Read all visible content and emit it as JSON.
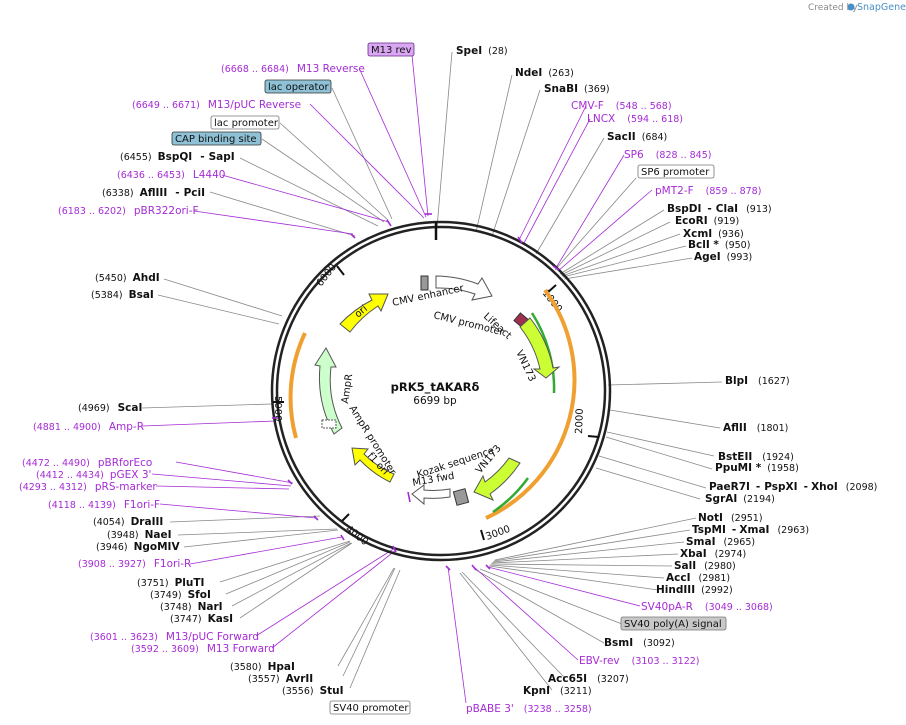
{
  "credit": {
    "created_by": "Created by",
    "brand": "SnapGene"
  },
  "plasmid": {
    "name": "pRK5_tAKARδ",
    "length": "6699 bp"
  },
  "ticks": [
    "1000",
    "2000",
    "3000",
    "4000",
    "5000",
    "6000"
  ],
  "features": {
    "cmv_enhancer": "CMV enhancer",
    "cmv_promoter": "CMV promoter",
    "lifeact": "Lifeact",
    "vn173_a": "VN173",
    "vn173_b": "VN173",
    "kozak": "Kozak sequence",
    "m13_fwd": "M13 fwd",
    "f1_ori": "f1 ori",
    "ampr_promoter": "AmpR promoter",
    "ampr": "AmpR",
    "ori": "ori"
  },
  "boxed": {
    "m13_rev": "M13 rev",
    "lac_operator": "lac operator",
    "lac_promoter": "lac promoter",
    "cap_binding": "CAP binding site",
    "sp6_promoter": "SP6 promoter",
    "sv40_polya": "SV40 poly(A) signal",
    "sv40_promoter": "SV40 promoter"
  },
  "right_labels": {
    "spei": {
      "name": "SpeI",
      "pos": "(28)"
    },
    "ndei": {
      "name": "NdeI",
      "pos": "(263)"
    },
    "snabi": {
      "name": "SnaBI",
      "pos": "(369)"
    },
    "cmvf": {
      "name": "CMV-F",
      "pos": "(548 .. 568)"
    },
    "lncx": {
      "name": "LNCX",
      "pos": "(594 .. 618)"
    },
    "sacii": {
      "name": "SacII",
      "pos": "(684)"
    },
    "sp6": {
      "name": "SP6",
      "pos": "(828 .. 845)"
    },
    "pmt2f": {
      "name": "pMT2-F",
      "pos": "(859 .. 878)"
    },
    "bspdi": {
      "name": "BspDI",
      "sep": "-",
      "name2": "ClaI",
      "pos": "(913)"
    },
    "ecori": {
      "name": "EcoRI",
      "pos": "(919)"
    },
    "xcmi": {
      "name": "XcmI",
      "pos": "(936)"
    },
    "bcli": {
      "name": "BclI *",
      "pos": "(950)"
    },
    "agei": {
      "name": "AgeI",
      "pos": "(993)"
    },
    "blpi": {
      "name": "BlpI",
      "pos": "(1627)"
    },
    "aflii": {
      "name": "AflII",
      "pos": "(1801)"
    },
    "bsteii": {
      "name": "BstEII",
      "pos": "(1924)"
    },
    "ppumi": {
      "name": "PpuMI *",
      "pos": "(1958)"
    },
    "paer7i": {
      "name": "PaeR7I",
      "sep1": "-",
      "name2": "PspXI",
      "sep2": "-",
      "name3": "XhoI",
      "pos": "(2098)"
    },
    "sgrai": {
      "name": "SgrAI",
      "pos": "(2194)"
    },
    "noti": {
      "name": "NotI",
      "pos": "(2951)"
    },
    "tspmi": {
      "name": "TspMI",
      "sep": "-",
      "name2": "XmaI",
      "pos": "(2963)"
    },
    "smai": {
      "name": "SmaI",
      "pos": "(2965)"
    },
    "xbai": {
      "name": "XbaI",
      "pos": "(2974)"
    },
    "sali": {
      "name": "SalI",
      "pos": "(2980)"
    },
    "acci": {
      "name": "AccI",
      "pos": "(2981)"
    },
    "hindiii": {
      "name": "HindIII",
      "pos": "(2992)"
    },
    "sv40par": {
      "name": "SV40pA-R",
      "pos": "(3049 .. 3068)"
    },
    "bsmi": {
      "name": "BsmI",
      "pos": "(3092)"
    },
    "ebvrev": {
      "name": "EBV-rev",
      "pos": "(3103 .. 3122)"
    },
    "acc65i": {
      "name": "Acc65I",
      "pos": "(3207)"
    },
    "kpni": {
      "name": "KpnI",
      "pos": "(3211)"
    },
    "pbabe3": {
      "name": "pBABE 3'",
      "pos": "(3238 .. 3258)"
    }
  },
  "left_labels": {
    "m13rev": {
      "name": "M13 Reverse",
      "pos": "(6668 .. 6684)"
    },
    "m13puc_rev": {
      "name": "M13/pUC Reverse",
      "pos": "(6649 .. 6671)"
    },
    "bspqi": {
      "name": "BspQI",
      "sep": "-",
      "name2": "SapI",
      "pos": "(6455)"
    },
    "l4440": {
      "name": "L4440",
      "pos": "(6436 .. 6453)"
    },
    "aflIII": {
      "name": "AflIII",
      "sep": "-",
      "name2": "PciI",
      "pos": "(6338)"
    },
    "pbr322ori": {
      "name": "pBR322ori-F",
      "pos": "(6183 .. 6202)"
    },
    "ahdi": {
      "name": "AhdI",
      "pos": "(5450)"
    },
    "bsai": {
      "name": "BsaI",
      "pos": "(5384)"
    },
    "scai": {
      "name": "ScaI",
      "pos": "(4969)"
    },
    "ampr_primer": {
      "name": "Amp-R",
      "pos": "(4881 .. 4900)"
    },
    "pbrforeco": {
      "name": "pBRforEco",
      "pos": "(4472 .. 4490)"
    },
    "pgex3": {
      "name": "pGEX 3'",
      "pos": "(4412 .. 4434)"
    },
    "prsmarker": {
      "name": "pRS-marker",
      "pos": "(4293 .. 4312)"
    },
    "f1orif": {
      "name": "F1ori-F",
      "pos": "(4118 .. 4139)"
    },
    "draiii": {
      "name": "DraIII",
      "pos": "(4054)"
    },
    "naei": {
      "name": "NaeI",
      "pos": "(3948)"
    },
    "ngomiv": {
      "name": "NgoMIV",
      "pos": "(3946)"
    },
    "f1orir": {
      "name": "F1ori-R",
      "pos": "(3908 .. 3927)"
    },
    "pluti": {
      "name": "PluTI",
      "pos": "(3751)"
    },
    "sfoi": {
      "name": "SfoI",
      "pos": "(3749)"
    },
    "nari": {
      "name": "NarI",
      "pos": "(3748)"
    },
    "kasi": {
      "name": "KasI",
      "pos": "(3747)"
    },
    "m13puc_fwd": {
      "name": "M13/pUC Forward",
      "pos": "(3601 .. 3623)"
    },
    "m13fwd": {
      "name": "M13 Forward",
      "pos": "(3592 .. 3609)"
    },
    "hpai": {
      "name": "HpaI",
      "pos": "(3580)"
    },
    "avrii": {
      "name": "AvrII",
      "pos": "(3557)"
    },
    "stui": {
      "name": "StuI",
      "pos": "(3556)"
    }
  },
  "colors": {
    "primer": "#a52bd6",
    "ori_arrow": "#ffff00",
    "ampr_arrow": "#ccffcc",
    "vn173_arrow": "#ccff33",
    "orange_arc": "#f0a030",
    "green_arc": "#33aa33",
    "boxed_blue": "#8fc1d6",
    "boxed_purple": "#d9a6f2",
    "boxed_gray": "#c8c8c8"
  }
}
